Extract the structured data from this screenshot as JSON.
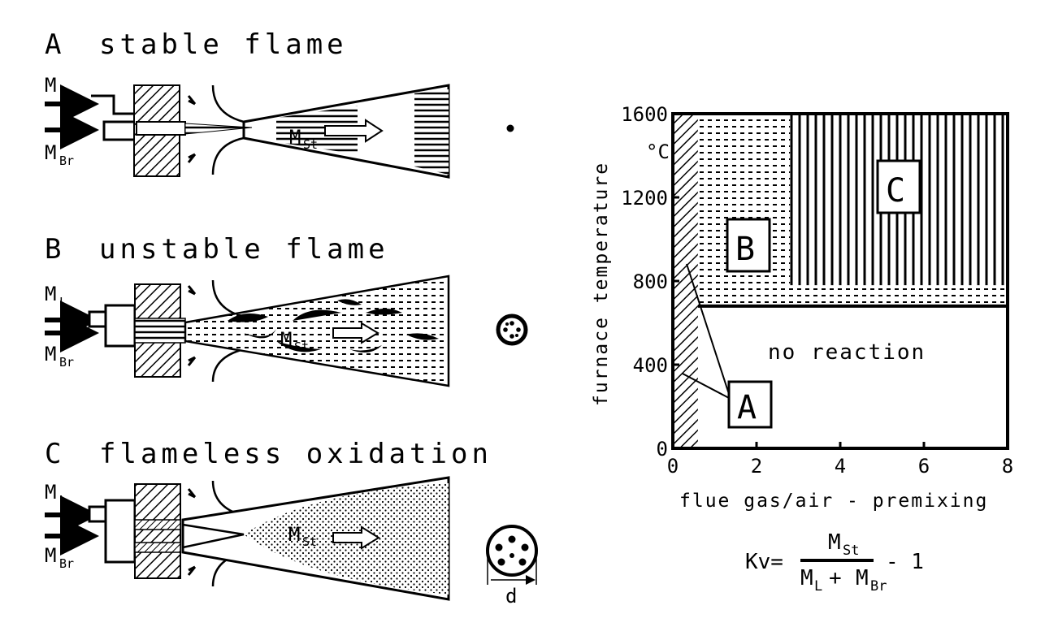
{
  "panels": [
    {
      "letter": "A",
      "title": "stable flame"
    },
    {
      "letter": "B",
      "title": "unstable flame"
    },
    {
      "letter": "C",
      "title": "flameless oxidation"
    }
  ],
  "flows": {
    "air": "M",
    "air_sub": "L",
    "fuel": "M",
    "fuel_sub": "Br",
    "recirc": "M",
    "recirc_sub": "St"
  },
  "nozzle_dimension": "d",
  "chart": {
    "ylabel": "furnace temperature",
    "xlabel": "flue gas/air - premixing",
    "unit": "°C",
    "y_ticks": [
      "0",
      "400",
      "800",
      "1200",
      "1600"
    ],
    "x_ticks": [
      "0",
      "2",
      "4",
      "6",
      "8"
    ],
    "regions": {
      "A": "A",
      "B": "B",
      "C": "C",
      "none": "no reaction"
    }
  },
  "chart_data": {
    "type": "area",
    "xlabel": "flue gas/air - premixing",
    "ylabel": "furnace temperature",
    "xlim": [
      0,
      8
    ],
    "ylim": [
      0,
      1600
    ],
    "no_reaction_threshold": 680,
    "regions": [
      {
        "label": "A",
        "x_range": [
          0,
          0.6
        ],
        "y_range": [
          0,
          1600
        ]
      },
      {
        "label": "B",
        "x_range": [
          0.6,
          8
        ],
        "y_range": [
          680,
          1600
        ]
      },
      {
        "label": "C",
        "x_range": [
          2.8,
          8
        ],
        "y_range": [
          780,
          1600
        ]
      },
      {
        "label": "no reaction",
        "x_range": [
          0.6,
          8
        ],
        "y_range": [
          0,
          680
        ]
      }
    ]
  },
  "formula": {
    "lhs": "Kv=",
    "num": "M",
    "num_sub": "St",
    "den1": "M",
    "den1_sub": "L",
    "plus": "+",
    "den2": "M",
    "den2_sub": "Br",
    "tail": "- 1"
  }
}
